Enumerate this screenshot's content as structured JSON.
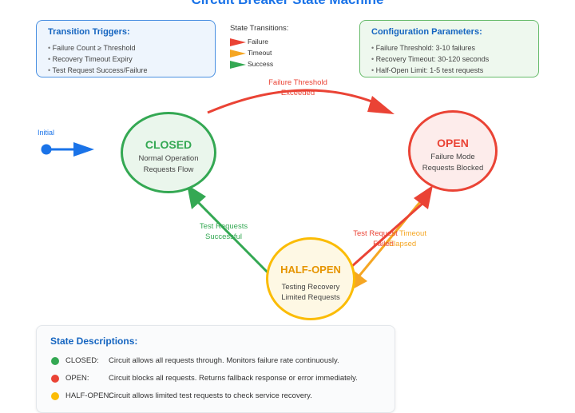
{
  "title": "Circuit Breaker State Machine",
  "triggers": {
    "heading": "Transition Triggers:",
    "items": [
      "Failure Count ≥ Threshold",
      "Recovery Timeout Expiry",
      "Test Request Success/Failure"
    ]
  },
  "legend": {
    "heading": "State Transitions:",
    "items": [
      {
        "label": "Failure",
        "color": "#ea4335"
      },
      {
        "label": "Timeout",
        "color": "#f5a623"
      },
      {
        "label": "Success",
        "color": "#34a853"
      }
    ]
  },
  "config": {
    "heading": "Configuration Parameters:",
    "items": [
      "Failure Threshold: 3-10 failures",
      "Recovery Timeout: 30-120 seconds",
      "Half-Open Limit: 1-5 test requests"
    ]
  },
  "states": {
    "closed": {
      "name": "CLOSED",
      "line1": "Normal Operation",
      "line2": "Requests Flow",
      "color": "#34a853"
    },
    "open": {
      "name": "OPEN",
      "line1": "Failure Mode",
      "line2": "Requests Blocked",
      "color": "#ea4335"
    },
    "half_open": {
      "name": "HALF-OPEN",
      "line1": "Testing Recovery",
      "line2": "Limited Requests",
      "color": "#fbbc05"
    }
  },
  "transitions": {
    "failure_threshold": {
      "line1": "Failure Threshold",
      "line2": "Exceeded"
    },
    "test_success": {
      "line1": "Test Requests",
      "line2": "Successful"
    },
    "test_failed": {
      "line1": "Test Request",
      "line2": "Failed"
    },
    "timeout": {
      "line1": "Timeout",
      "line2": "Elapsed"
    },
    "initial": "Initial"
  },
  "descriptions": {
    "heading": "State Descriptions:",
    "rows": [
      {
        "name": "CLOSED:",
        "text": "Circuit allows all requests through. Monitors failure rate continuously.",
        "color": "#34a853"
      },
      {
        "name": "OPEN:",
        "text": "Circuit blocks all requests. Returns fallback response or error immediately.",
        "color": "#ea4335"
      },
      {
        "name": "HALF-OPEN:",
        "text": "Circuit allows limited test requests to check service recovery.",
        "color": "#fbbc05"
      }
    ]
  }
}
